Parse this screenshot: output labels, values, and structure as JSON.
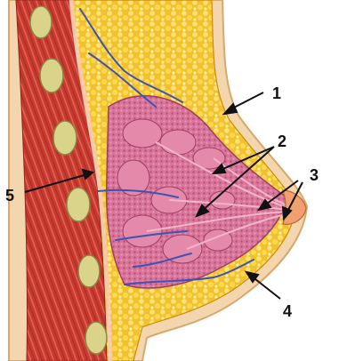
{
  "labels": [
    {
      "id": "1",
      "text": "1"
    },
    {
      "id": "2",
      "text": "2"
    },
    {
      "id": "3",
      "text": "3"
    },
    {
      "id": "4",
      "text": "4"
    },
    {
      "id": "5",
      "text": "5"
    }
  ],
  "colors": {
    "skin": "#f3d6ad",
    "skin_edge": "#d9a86c",
    "fat": "#f2c22e",
    "fat_light": "#ffe27a",
    "fat_edge": "#c98d0c",
    "muscle": "#c8392e",
    "muscle_light": "#e4685a",
    "gland": "#d9749a",
    "gland_dark": "#b44f78",
    "duct": "#e8a6b8",
    "rib": "#d9d48a",
    "rib_core": "#b5b15e",
    "vein": "#3b53b8",
    "arrow": "#111111"
  }
}
